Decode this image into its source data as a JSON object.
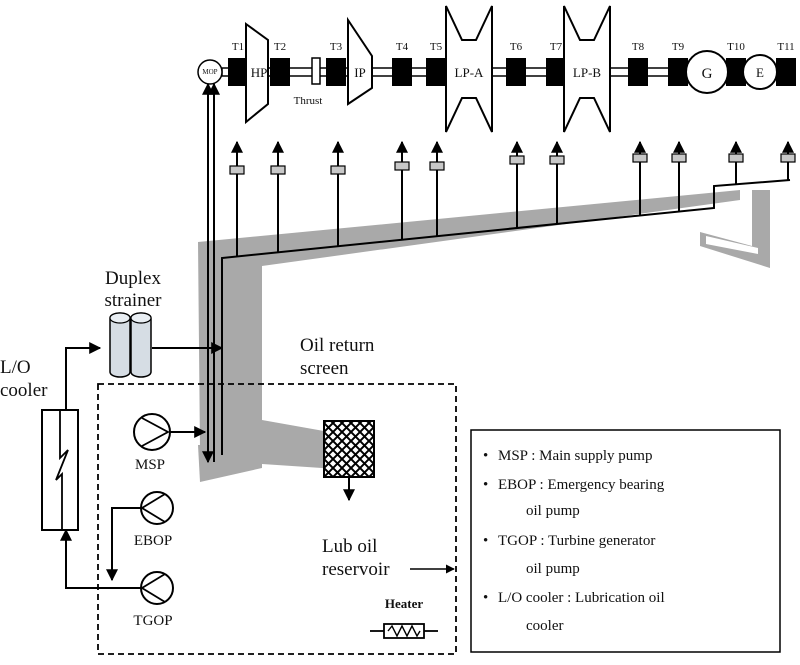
{
  "turbine": {
    "bearings": [
      "T1",
      "T2",
      "T3",
      "T4",
      "T5",
      "T6",
      "T7",
      "T8",
      "T9",
      "T10",
      "T11"
    ],
    "sections": {
      "hp": "HP",
      "ip": "IP",
      "lpa": "LP-A",
      "lpb": "LP-B",
      "gen": "G",
      "exc": "E"
    },
    "mop": "MOP",
    "thrust": "Thrust"
  },
  "labels": {
    "duplex_line1": "Duplex",
    "duplex_line2": "strainer",
    "cooler_line1": "L/O",
    "cooler_line2": "cooler",
    "screen_line1": "Oil return",
    "screen_line2": "screen",
    "msp": "MSP",
    "ebop": "EBOP",
    "tgop": "TGOP",
    "reservoir_line1": "Lub oil",
    "reservoir_line2": "reservoir",
    "heater": "Heater"
  },
  "legend": [
    {
      "bullet": "•",
      "line1": "MSP : Main supply pump",
      "line2": ""
    },
    {
      "bullet": "•",
      "line1": "EBOP : Emergency bearing",
      "line2": "oil pump"
    },
    {
      "bullet": "•",
      "line1": "TGOP : Turbine generator",
      "line2": "oil pump"
    },
    {
      "bullet": "•",
      "line1": "L/O cooler : Lubrication oil",
      "line2": "cooler"
    }
  ]
}
